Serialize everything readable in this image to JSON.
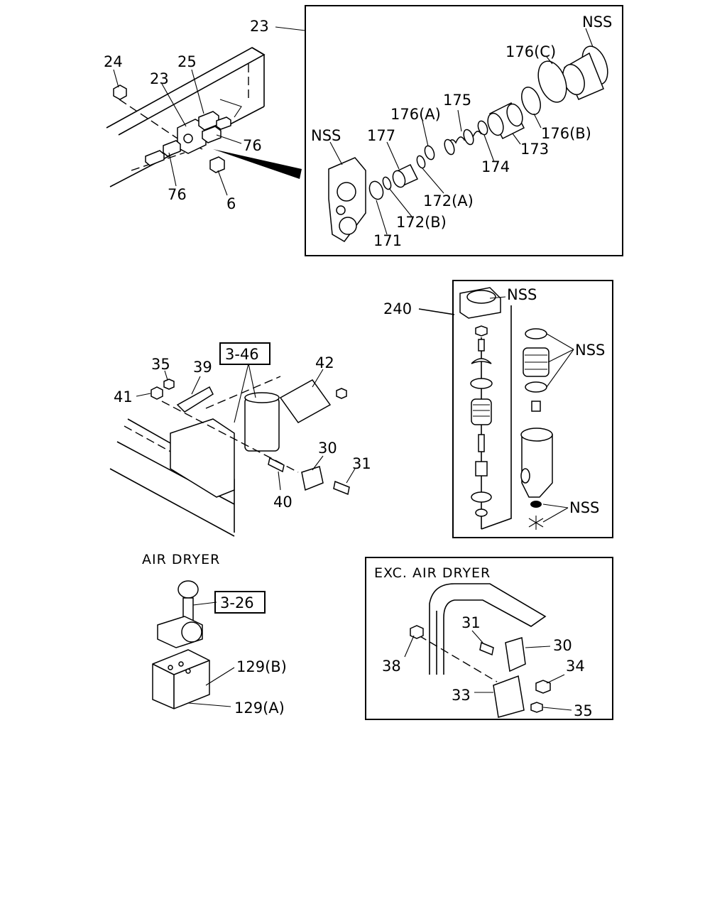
{
  "section_top": {
    "callouts": {
      "c23_outer": "23",
      "c24": "24",
      "c23": "23",
      "c25": "25",
      "c76a": "76",
      "c76b": "76",
      "c6": "6"
    },
    "detail": {
      "nss_top": "NSS",
      "c176c": "176(C)",
      "c175": "175",
      "c176a": "176(A)",
      "c177": "177",
      "nss_left": "NSS",
      "c176b": "176(B)",
      "c173": "173",
      "c174": "174",
      "c172a": "172(A)",
      "c172b": "172(B)",
      "c171": "171"
    }
  },
  "section_middle": {
    "callouts": {
      "ref_346": "3-46",
      "c35": "35",
      "c39": "39",
      "c41": "41",
      "c42": "42",
      "c30": "30",
      "c31": "31",
      "c40": "40"
    },
    "detail_240": {
      "c240": "240",
      "nss1": "NSS",
      "nss2": "NSS",
      "nss3": "NSS"
    }
  },
  "section_air_dryer": {
    "title": "AIR DRYER",
    "ref_326": "3-26",
    "c129b": "129(B)",
    "c129a": "129(A)"
  },
  "section_exc_air_dryer": {
    "title": "EXC. AIR DRYER",
    "c31": "31",
    "c30": "30",
    "c38": "38",
    "c34": "34",
    "c33": "33",
    "c35": "35"
  }
}
